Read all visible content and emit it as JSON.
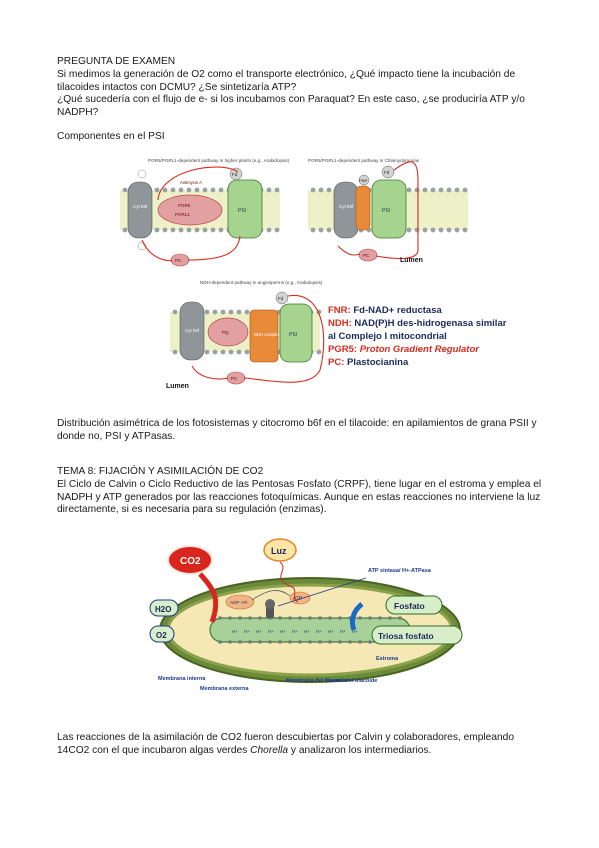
{
  "exam": {
    "heading": "PREGUNTA DE EXAMEN",
    "q1": "Si medimos la generación de O2 como el transporte electrónico, ¿Qué impacto tiene la incubación de tilacoides intactos con DCMU? ¿Se sintetizaría ATP?",
    "q2": "¿Qué sucedería con el flujo de e- si los incubamos con Paraquat? En este caso, ¿se produciría ATP y/o NADPH?"
  },
  "psi": {
    "heading": "Componentes en el PSI",
    "panel_a": "PGR5/PGRL1-dependent pathway in higher plants (e.g., Arabidopsis)",
    "panel_b": "PGR5/PGRL1-dependent pathway in Chlamydomonas",
    "panel_c": "NDH-dependent pathway in angiosperms (e.g., Arabidopsis)",
    "lumen": "Lumen",
    "labels": {
      "cyt": "Cyt b6f",
      "psi": "PSI",
      "fd": "Fd",
      "pc": "PC",
      "pq": "PQ",
      "pgr5": "PGR5",
      "pgrl1": "PGRL1",
      "antimycin": "Antimycin A",
      "ndh": "NDH complex",
      "fnr": "FNR",
      "h": "H+"
    },
    "legend": [
      {
        "key": "FNR:",
        "value": "Fd-NAD+ reductasa"
      },
      {
        "key": "NDH:",
        "value": "NAD(P)H des-hidrogenasa similar al Complejo I mitocondrial"
      },
      {
        "key": "PGR5:",
        "value": "Proton Gradient Regulator"
      },
      {
        "key": "PC:",
        "value": "Plastocianina"
      }
    ]
  },
  "distribution": "Distribución asimétrica de los fotosistemas y citocromo b6f en el tilacoide: en apilamientos de grana PSII y donde no, PSI y ATPasas.",
  "tema8": {
    "heading": "TEMA 8: FIJACIÓN Y ASIMILACIÓN DE CO2",
    "body": "El Ciclo de Calvin o Ciclo Reductivo de las Pentosas Fosfato (CRPF), tiene lugar en el estroma y emplea el NADPH y ATP generados por las reacciones fotoquímicas. Aunque en estas reacciones no interviene la luz directamente, si es necesaria para su regulación (enzimas)."
  },
  "chloroplast": {
    "co2": "CO2",
    "luz": "Luz",
    "h2o": "H2O",
    "o2": "O2",
    "fosfato": "Fosfato",
    "triosa": "Triosa fosfato",
    "atp_sintasa": "ATP sintasa/ H+-ATPasa",
    "adp": "ADP +Pi",
    "atp": "ATP",
    "estroma": "Estroma",
    "membrana_interna": "Membrana interna",
    "membrana_externa": "Membrana externa",
    "membrana_tilacoide": "Membrana del tilacoide",
    "lumen_tilacoide": "Lumen del tilacoide",
    "h": "H+"
  },
  "closing": {
    "part1": "Las reacciones de la asimilación de CO2 fueron descubiertas por Calvin y colaboradores, empleando 14CO2 con el que incubaron algas verdes ",
    "italic": "Chorella",
    "part2": " y analizaron los intermediarios."
  }
}
